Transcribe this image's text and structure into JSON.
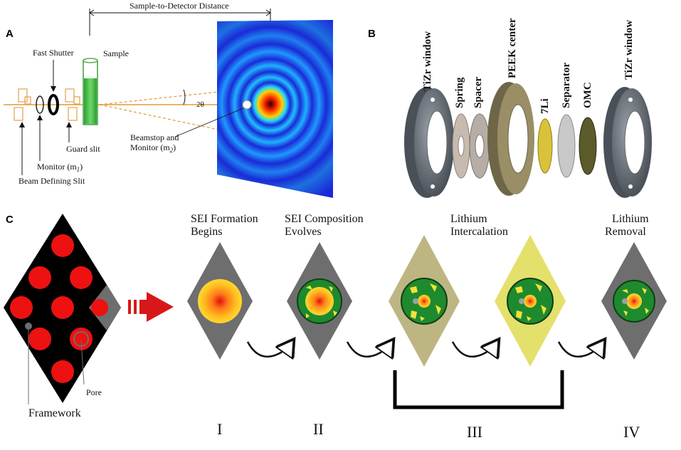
{
  "panels": {
    "a": {
      "letter": "A",
      "distance_label": "Sample-to-Detector Distance",
      "fast_shutter": "Fast Shutter",
      "sample": "Sample",
      "angle": "2θ",
      "beamstop_line1": "Beamstop and",
      "beamstop_line2": "Monitor (m",
      "beamstop_sub": "2",
      "guard_slit": "Guard slit",
      "monitor_m1": "Monitor (m",
      "monitor_sub": "1",
      "beam_defining_slit": "Beam Defining Slit"
    },
    "b": {
      "letter": "B",
      "components": [
        "TiZr window",
        "Spring",
        "Spacer",
        "PEEK center",
        "7Li",
        "Separator",
        "OMC",
        "TiZr window"
      ]
    },
    "c": {
      "letter": "C",
      "pore": "Pore",
      "framework": "Framework",
      "stages": [
        {
          "title_line1": "SEI Formation",
          "title_line2": "Begins",
          "numeral": "I"
        },
        {
          "title_line1": "SEI Composition",
          "title_line2": "Evolves",
          "numeral": "II"
        },
        {
          "title_line1": "Lithium",
          "title_line2": "Intercalation",
          "numeral": "III"
        },
        {
          "title_line1": "Lithium",
          "title_line2": "Removal",
          "numeral": "IV"
        }
      ]
    }
  },
  "colors": {
    "framework": "#000000",
    "particle_red": "#ee1111",
    "diamond_gray": "#6e6e6e",
    "sei_green": "#1e8a2e",
    "lithiated_yellow": "#e0e07a",
    "arrow_red": "#d81818",
    "detector_blue": "#1a2bd6"
  }
}
